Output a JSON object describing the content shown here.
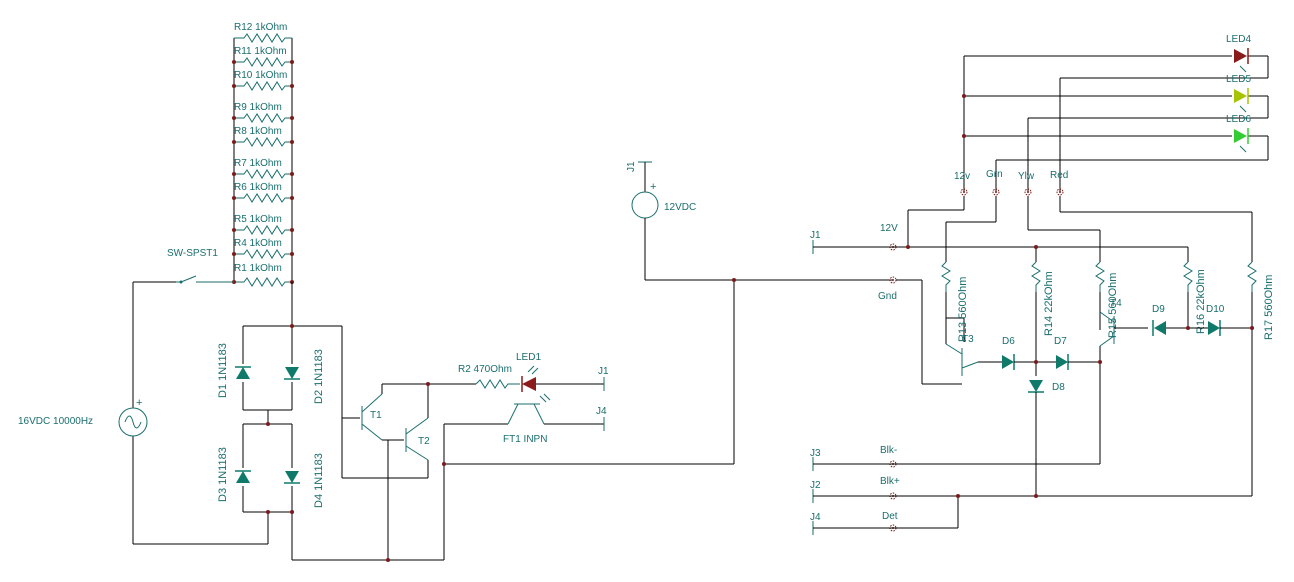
{
  "resistor_ladder": [
    "R12 1kOhm",
    "R11 1kOhm",
    "R10 1kOhm",
    "R9 1kOhm",
    "R8 1kOhm",
    "R7 1kOhm",
    "R6 1kOhm",
    "R5 1kOhm",
    "R4 1kOhm",
    "R1 1kOhm"
  ],
  "labels": {
    "switch": "SW-SPST1",
    "source": "16VDC 10000Hz",
    "d1": "D1 1N1183",
    "d2": "D2 1N1183",
    "d3": "D3 1N1183",
    "d4": "D4 1N1183",
    "t1": "T1",
    "t2": "T2",
    "r2": "R2 470Ohm",
    "led1": "LED1",
    "ft1": "FT1 INPN",
    "j1_left": "J1",
    "j4_left": "J4",
    "j1_top": "J1",
    "vdc12": "12VDC",
    "led4": "LED4",
    "led5": "LED5",
    "led6": "LED6",
    "p12v": "12v",
    "grn": "Grn",
    "ylw": "Ylw",
    "red": "Red",
    "j1_right": "J1",
    "v12": "12V",
    "gnd": "Gnd",
    "r13": "R13 560Ohm",
    "r14": "R14 22kOhm",
    "r15": "R15 560Ohm",
    "r16": "R16 22kOhm",
    "r17": "R17 560Ohm",
    "t3": "T3",
    "t4": "T4",
    "d6": "D6",
    "d7": "D7",
    "d8": "D8",
    "d9": "D9",
    "d10": "D10",
    "j3": "J3",
    "j2": "J2",
    "j4_right": "J4",
    "blk_minus": "Blk-",
    "blk_plus": "Blk+",
    "det": "Det"
  },
  "colors": {
    "wire": "#000000",
    "component": "#1a6e6e",
    "diode_fill": "#0f7a6a",
    "led_red": "#8b1a1a",
    "led_yellow": "#a8c400",
    "led_green": "#33cc33",
    "node": "#7a1a1a"
  }
}
